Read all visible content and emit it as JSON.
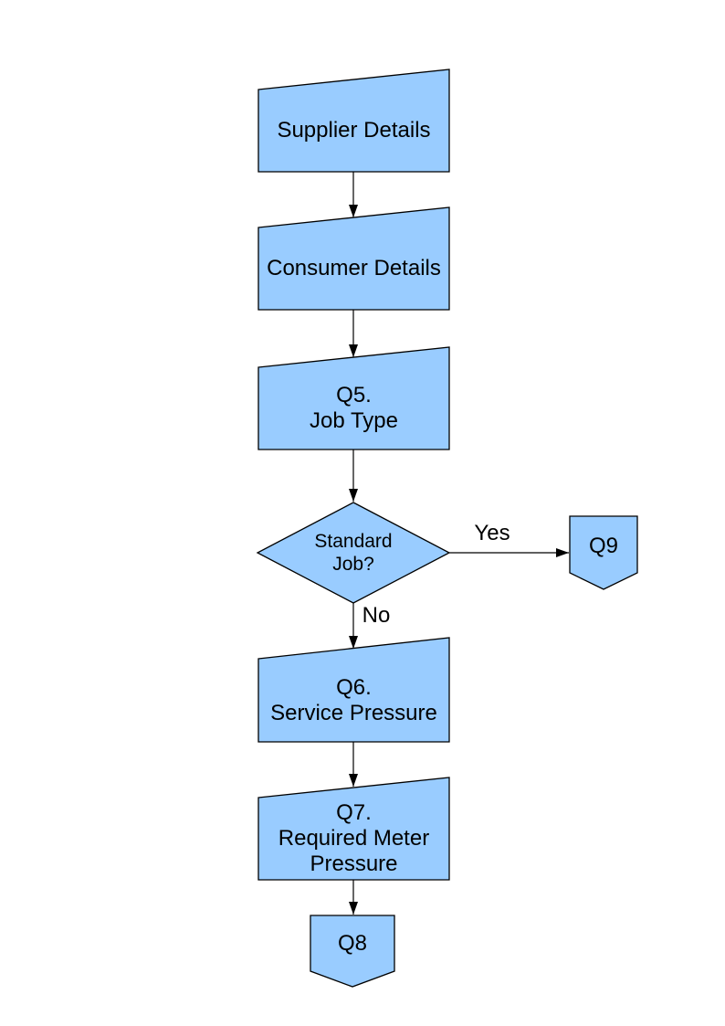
{
  "diagram": {
    "colors": {
      "node_fill": "#99CCFF",
      "node_border": "#000000",
      "connector_line": "#000000",
      "background": "#FFFFFF"
    },
    "nodes": {
      "supplier": {
        "label": "Supplier Details",
        "shape": "manual-input"
      },
      "consumer": {
        "label": "Consumer Details",
        "shape": "manual-input"
      },
      "q5": {
        "label": "Q5.\nJob Type",
        "shape": "manual-input"
      },
      "decision": {
        "label": "Standard\nJob?",
        "shape": "decision-diamond"
      },
      "q9": {
        "label": "Q9",
        "shape": "off-page-connector"
      },
      "q6": {
        "label": "Q6.\nService Pressure",
        "shape": "manual-input"
      },
      "q7": {
        "label": "Q7.\nRequired Meter\nPressure",
        "shape": "manual-input"
      },
      "q8": {
        "label": "Q8",
        "shape": "off-page-connector"
      }
    },
    "edges": {
      "decision_yes": {
        "label": "Yes"
      },
      "decision_no": {
        "label": "No"
      }
    }
  }
}
